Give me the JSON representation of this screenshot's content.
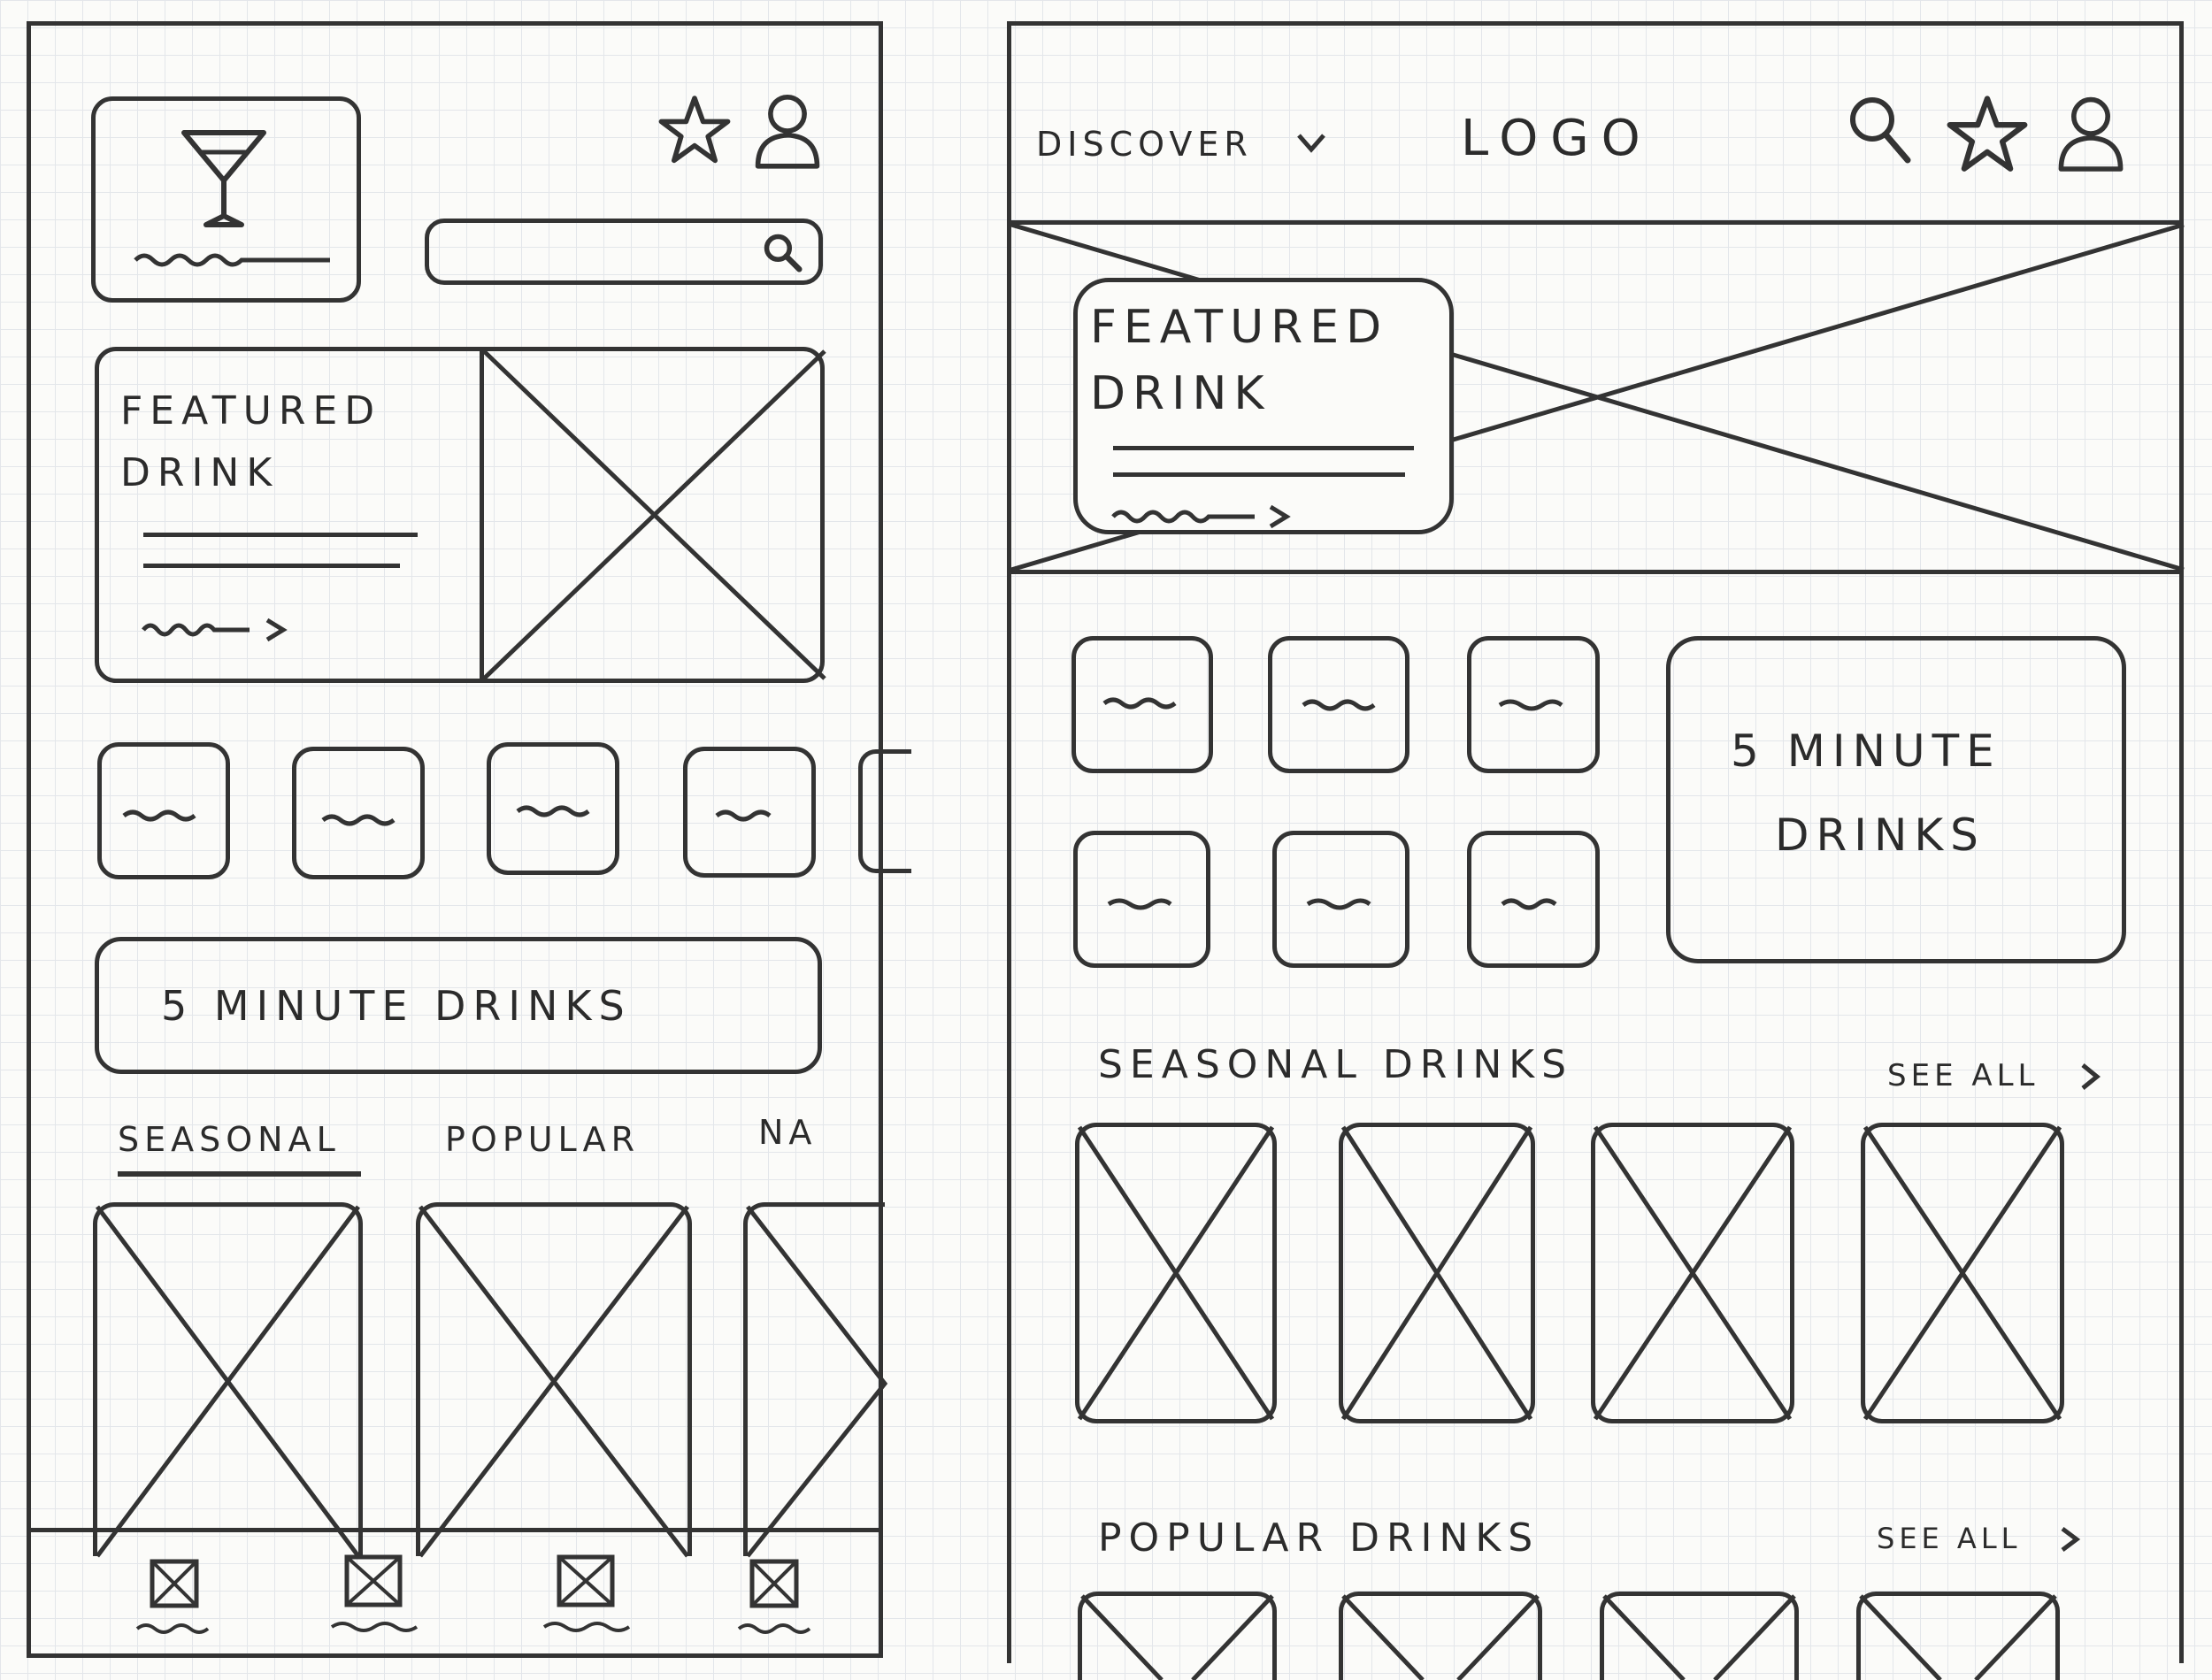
{
  "mobile": {
    "featured": {
      "line1": "FEATURED",
      "line2": "DRINK"
    },
    "quick_label": "5 MINUTE DRINKS",
    "tabs": [
      "SEASONAL",
      "POPULAR",
      "NA"
    ]
  },
  "desktop": {
    "nav": {
      "discover": "DISCOVER",
      "logo": "LOGO"
    },
    "featured": {
      "line1": "FEATURED",
      "line2": "DRINK"
    },
    "quick": {
      "line1": "5 MINUTE",
      "line2": "DRINKS"
    },
    "sections": {
      "seasonal": {
        "title": "SEASONAL DRINKS",
        "see_all": "SEE ALL"
      },
      "popular": {
        "title": "POPULAR DRINKS",
        "see_all": "SEE ALL"
      }
    }
  },
  "icons": {
    "search": "search-icon",
    "favorite": "star-icon",
    "account": "user-icon",
    "logo": "cocktail-glass-icon",
    "caret": "chevron-down-icon",
    "arrow": "chevron-right-icon"
  },
  "colors": {
    "ink": "#333333",
    "paper": "#fbfbf9",
    "grid": "#e3e6ea"
  }
}
